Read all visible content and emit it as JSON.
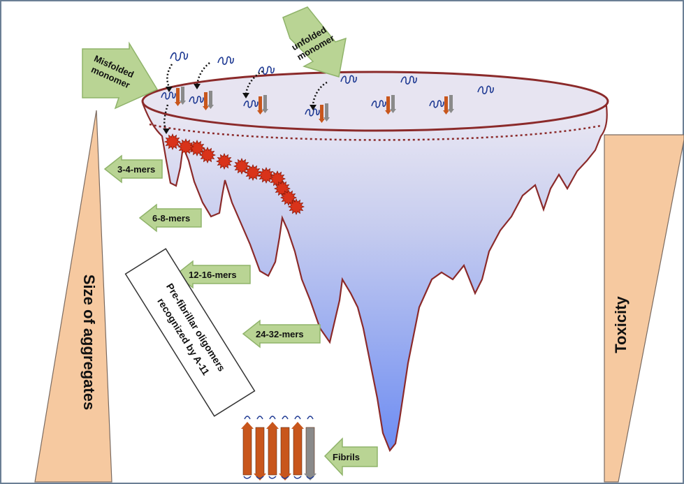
{
  "labels": {
    "misfolded_monomer": [
      "Misfolded",
      "monomer"
    ],
    "unfolded_monomer": [
      "unfolded",
      "monomer"
    ],
    "size_of_aggregates": "Size of aggregates",
    "toxicity": "Toxicity",
    "prefibrillar_box": [
      "Pre-fibrillar oligomers",
      "recognized by A-11"
    ],
    "oligomer_arrows": [
      "3-4-mers",
      "6-8-mers",
      "12-16-mers",
      "24-32-mers"
    ],
    "fibrils": "Fibrils"
  },
  "colors": {
    "frame": "#6b7f95",
    "funnel_top": "#e7e4f1",
    "funnel_bottom": "#6d8cf2",
    "funnel_rim": "#8b2a2a",
    "arrow_fill": "#b9d494",
    "arrow_stroke": "#8fb36a",
    "wedge_fill": "#f6c9a0",
    "wedge_stroke": "#7a6a60",
    "oligomer_star": "#d9331a",
    "strand_orange": "#c8561c",
    "strand_gray": "#8a8a8a",
    "coil_blue": "#1f3a93"
  }
}
